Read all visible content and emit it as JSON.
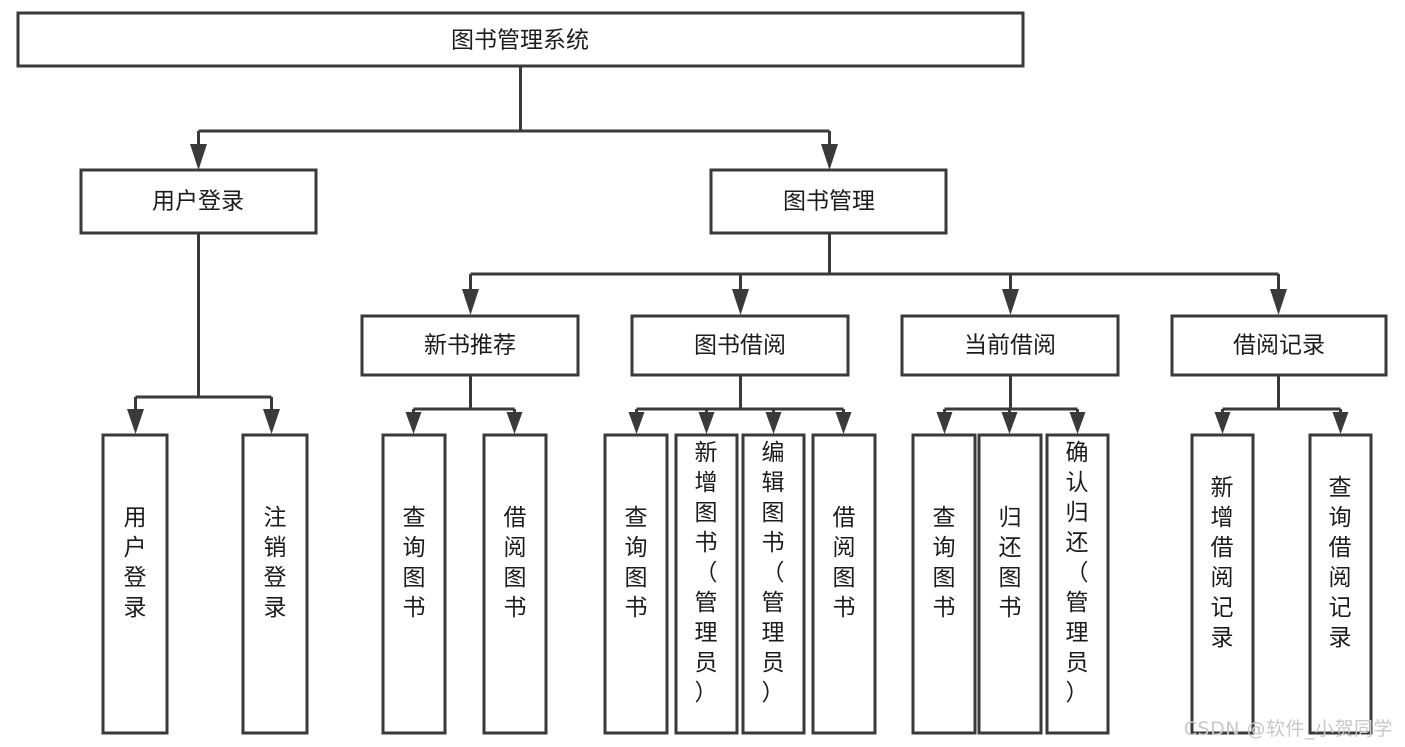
{
  "diagram": {
    "type": "tree-hierarchy",
    "title": "图书管理系统",
    "orientation": "top-down",
    "watermark": "CSDN @软件_小贺同学",
    "colors": {
      "background": "#ffffff",
      "stroke": "#3a3a3a",
      "node_fill": "#ffffff",
      "text": "#1c1c1c",
      "watermark": "#c9c9c9"
    },
    "nodes": {
      "root": {
        "label": "图书管理系统",
        "level": 1
      },
      "user_login": {
        "label": "用户登录",
        "level": 2
      },
      "book_manage": {
        "label": "图书管理",
        "level": 2
      },
      "new_book_rec": {
        "label": "新书推荐",
        "level": 3
      },
      "book_borrow": {
        "label": "图书借阅",
        "level": 3
      },
      "current_borrow": {
        "label": "当前借阅",
        "level": 3
      },
      "borrow_record": {
        "label": "借阅记录",
        "level": 3
      },
      "leaf_user_login": {
        "label": "用户登录",
        "level": 3
      },
      "leaf_user_logout": {
        "label": "注销登录",
        "level": 3
      },
      "leaf_query_book_1": {
        "label": "查询图书",
        "level": 4
      },
      "leaf_borrow_book_1": {
        "label": "借阅图书",
        "level": 4
      },
      "leaf_query_book_2": {
        "label": "查询图书",
        "level": 4
      },
      "leaf_add_book": {
        "label": "新增图书（管理员）",
        "level": 4
      },
      "leaf_edit_book": {
        "label": "编辑图书（管理员）",
        "level": 4
      },
      "leaf_borrow_book_2": {
        "label": "借阅图书",
        "level": 4
      },
      "leaf_query_book_3": {
        "label": "查询图书",
        "level": 4
      },
      "leaf_return_book": {
        "label": "归还图书",
        "level": 4
      },
      "leaf_confirm_return": {
        "label": "确认归还（管理员）",
        "level": 4
      },
      "leaf_add_record": {
        "label": "新增借阅记录",
        "level": 4
      },
      "leaf_query_record": {
        "label": "查询借阅记录",
        "level": 4
      }
    },
    "edges": [
      {
        "from": "root",
        "to": "user_login"
      },
      {
        "from": "root",
        "to": "book_manage"
      },
      {
        "from": "user_login",
        "to": "leaf_user_login"
      },
      {
        "from": "user_login",
        "to": "leaf_user_logout"
      },
      {
        "from": "book_manage",
        "to": "new_book_rec"
      },
      {
        "from": "book_manage",
        "to": "book_borrow"
      },
      {
        "from": "book_manage",
        "to": "current_borrow"
      },
      {
        "from": "book_manage",
        "to": "borrow_record"
      },
      {
        "from": "new_book_rec",
        "to": "leaf_query_book_1"
      },
      {
        "from": "new_book_rec",
        "to": "leaf_borrow_book_1"
      },
      {
        "from": "book_borrow",
        "to": "leaf_query_book_2"
      },
      {
        "from": "book_borrow",
        "to": "leaf_add_book"
      },
      {
        "from": "book_borrow",
        "to": "leaf_edit_book"
      },
      {
        "from": "book_borrow",
        "to": "leaf_borrow_book_2"
      },
      {
        "from": "current_borrow",
        "to": "leaf_query_book_3"
      },
      {
        "from": "current_borrow",
        "to": "leaf_return_book"
      },
      {
        "from": "current_borrow",
        "to": "leaf_confirm_return"
      },
      {
        "from": "borrow_record",
        "to": "leaf_add_record"
      },
      {
        "from": "borrow_record",
        "to": "leaf_query_record"
      }
    ]
  }
}
